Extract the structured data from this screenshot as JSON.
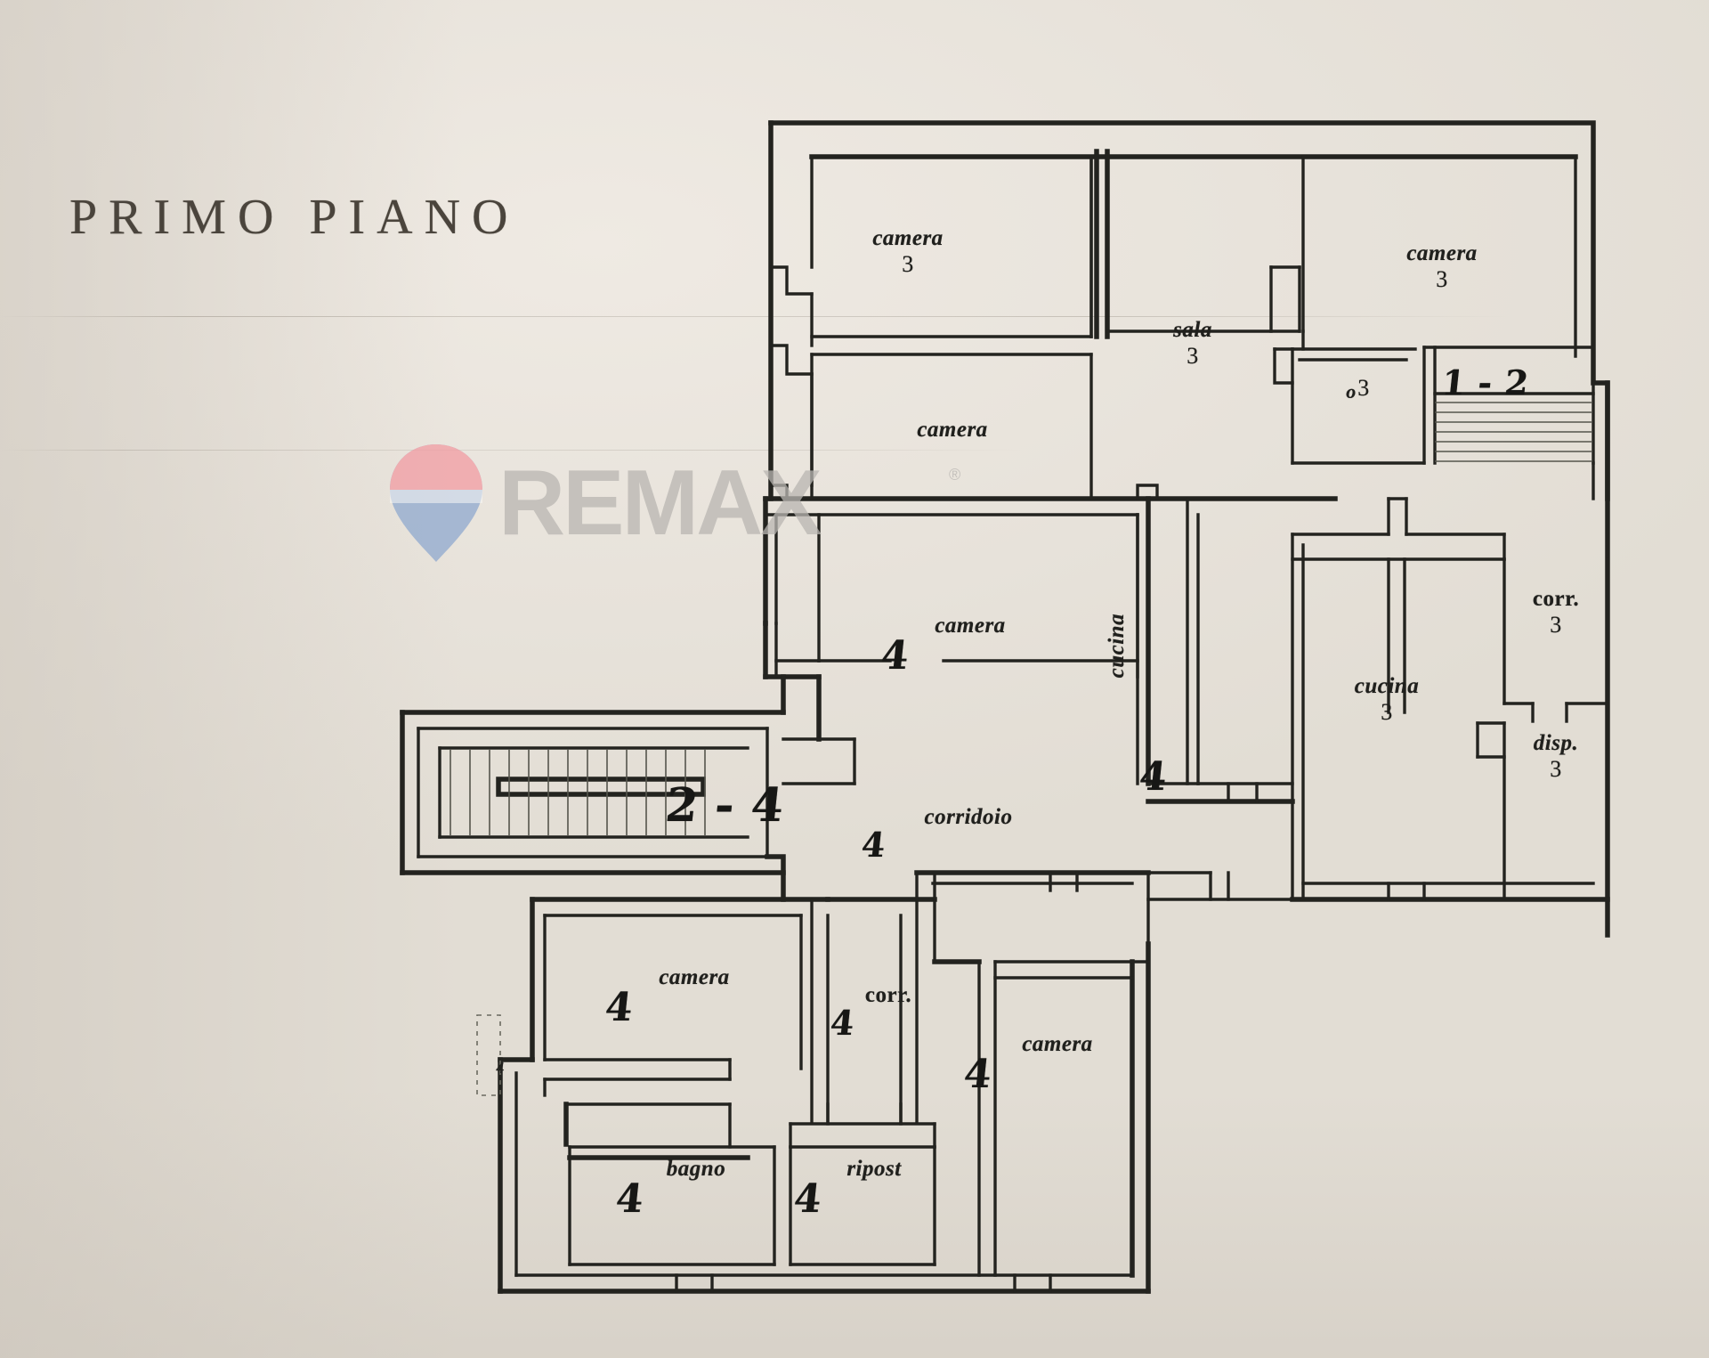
{
  "document": {
    "title": "PRIMO PIANO",
    "type": "floor-plan",
    "language": "it",
    "paper_color": "#e9e4dd",
    "ink_color": "#1d1d1a"
  },
  "watermark": {
    "brand": "REMAX",
    "registered_mark": "®",
    "red": "#f29ca3",
    "blue": "#8fa9cf",
    "text_color": "#b9b6b2"
  },
  "rooms": [
    {
      "id": "camera-top-left",
      "name": "camera",
      "number": "3",
      "style": "typeset"
    },
    {
      "id": "camera-upper-left2",
      "name": "camera",
      "number": "",
      "style": "typeset"
    },
    {
      "id": "sala",
      "name": "sala",
      "number": "3",
      "style": "typeset"
    },
    {
      "id": "camera-top-right",
      "name": "camera",
      "number": "3",
      "style": "typeset"
    },
    {
      "id": "small-room-o3",
      "name": "o",
      "number": "3",
      "style": "typeset"
    },
    {
      "id": "stairs-top-right",
      "name": "1 - 2",
      "number": "",
      "style": "hand"
    },
    {
      "id": "camera-center",
      "name": "camera",
      "number": "4",
      "style": "hand"
    },
    {
      "id": "cucina-vertical",
      "name": "cucina",
      "number": "4",
      "style": "hand"
    },
    {
      "id": "cucina-right",
      "name": "cucina",
      "number": "3",
      "style": "typeset"
    },
    {
      "id": "corr-right",
      "name": "corr.",
      "number": "3",
      "style": "typeset"
    },
    {
      "id": "disp-right",
      "name": "disp.",
      "number": "3",
      "style": "typeset"
    },
    {
      "id": "corridoio-center",
      "name": "corridoio",
      "number": "4",
      "style": "hand"
    },
    {
      "id": "stairs-left",
      "name": "2 - 4",
      "number": "",
      "style": "hand"
    },
    {
      "id": "camera-bottom-left",
      "name": "camera",
      "number": "4",
      "style": "hand"
    },
    {
      "id": "corr-bottom",
      "name": "corr.",
      "number": "4",
      "style": "hand"
    },
    {
      "id": "camera-bottom-right",
      "name": "camera",
      "number": "4",
      "style": "hand"
    },
    {
      "id": "bagno",
      "name": "bagno",
      "number": "4",
      "style": "hand"
    },
    {
      "id": "ripost",
      "name": "ripost",
      "number": "4",
      "style": "hand"
    }
  ],
  "marks": {
    "door_tick_left": "4",
    "stair_label_left": "2 - 4",
    "stair_label_right": "1 - 2"
  }
}
